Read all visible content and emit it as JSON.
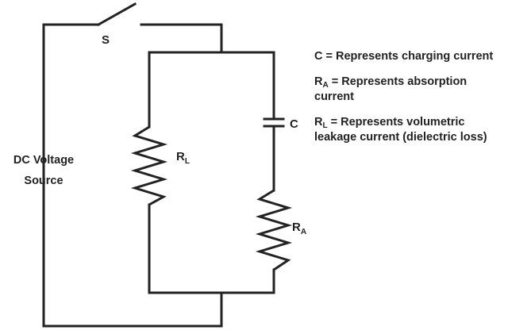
{
  "diagram": {
    "labels": {
      "switch": "S",
      "capacitor": "C",
      "source_line1": "DC Voltage",
      "source_line2": "Source",
      "rl_base": "R",
      "rl_sub": "L",
      "ra_base": "R",
      "ra_sub": "A"
    },
    "legend": [
      {
        "symbol": "C",
        "sub": "",
        "text": " = Represents charging current"
      },
      {
        "symbol": "R",
        "sub": "A",
        "text": " = Represents absorption current"
      },
      {
        "symbol": "R",
        "sub": "L",
        "text": " = Represents volumetric leakage current (dielectric loss)"
      }
    ],
    "colors": {
      "line": "#222222",
      "background": "#ffffff"
    }
  }
}
